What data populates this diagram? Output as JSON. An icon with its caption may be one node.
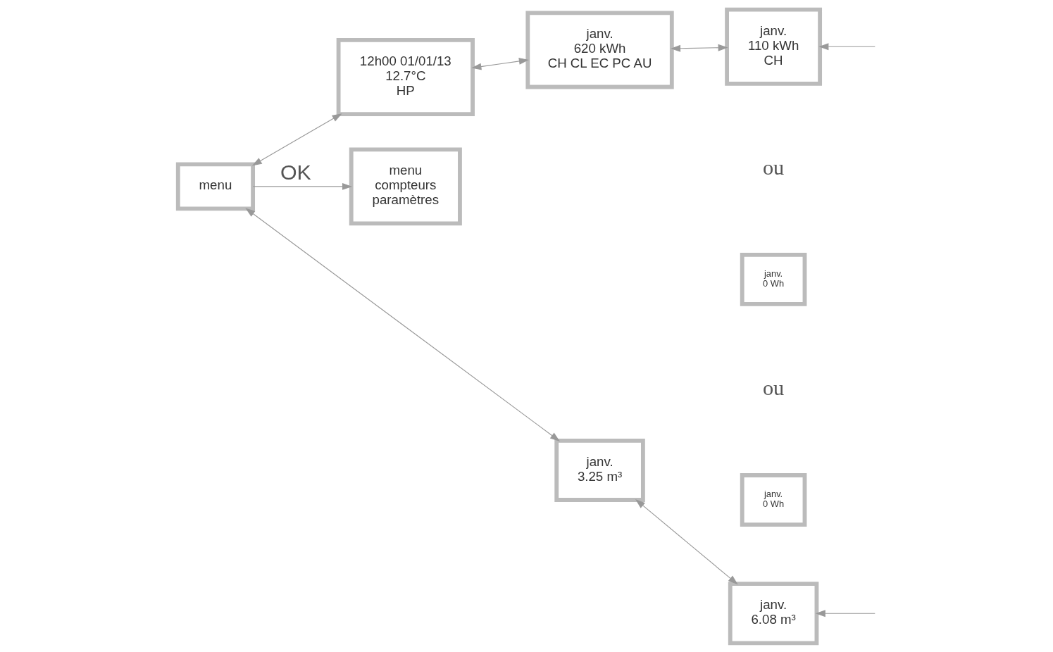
{
  "diagram": {
    "nodes": [
      {
        "text": [
          "12h00 01/01/13",
          "12.7°C",
          "HP"
        ]
      },
      {
        "text": [
          "janv.",
          "620 kWh",
          "CH CL EC PC AU"
        ]
      },
      {
        "text": [
          "janv.",
          "110 kWh",
          "CH"
        ]
      },
      {
        "text": [
          "janv.",
          "0 Wh"
        ]
      },
      {
        "text": [
          "janv.",
          "0 Wh"
        ]
      },
      {
        "text": [
          "menu"
        ]
      },
      {
        "text": [
          "menu",
          "compteurs",
          "paramètres"
        ]
      },
      {
        "text": [
          "janv.",
          "3.25 m³"
        ]
      },
      {
        "text": [
          "janv.",
          "6.08 m³"
        ]
      }
    ],
    "edges": [
      {
        "from": 0,
        "to": 1,
        "arrow": "both"
      },
      {
        "from": 1,
        "to": 2,
        "arrow": "both"
      },
      {
        "from": null,
        "to": 2,
        "arrow": "to"
      },
      {
        "from": 5,
        "to": 0,
        "arrow": "both"
      },
      {
        "from": 5,
        "to": 6,
        "arrow": "to",
        "label": "OK"
      },
      {
        "from": 5,
        "to": 7,
        "arrow": "both"
      },
      {
        "from": 7,
        "to": 8,
        "arrow": "both"
      },
      {
        "from": null,
        "to": 8,
        "arrow": "to"
      }
    ],
    "labels": [
      "ou",
      "ou"
    ]
  }
}
